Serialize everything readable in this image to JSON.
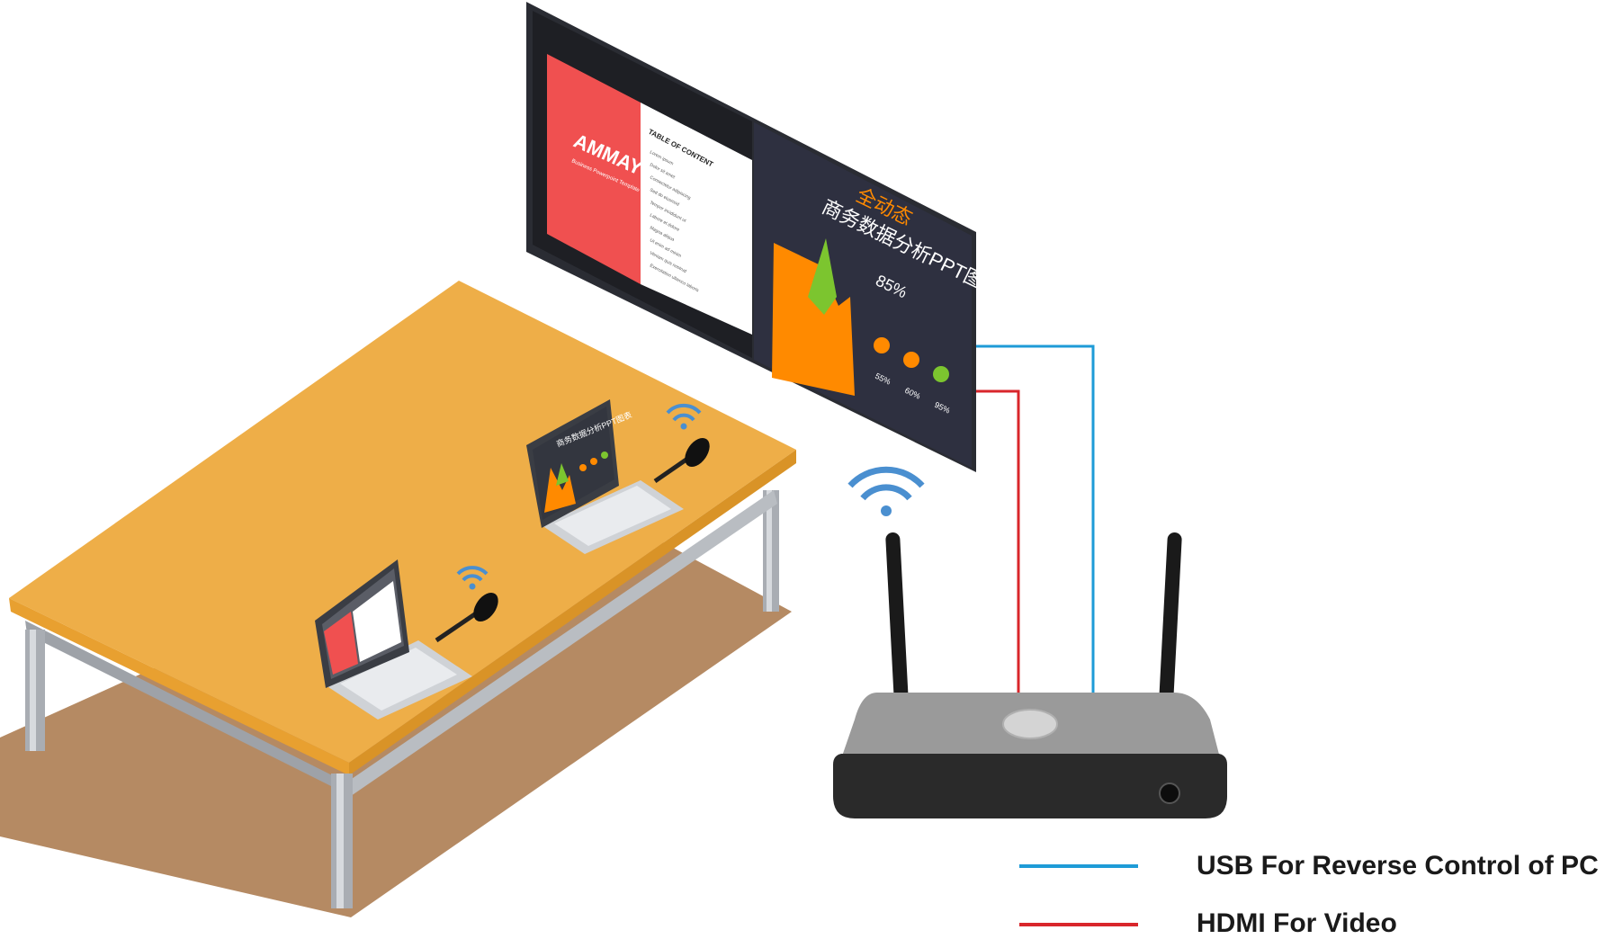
{
  "projector_screen": {
    "left_slide": {
      "brand": "AMMAY",
      "tagline": "Business Powerpoint Template",
      "toc_title": "TABLE OF CONTENT",
      "toc_items": [
        "Lorem ipsum",
        "Dolor sit amet",
        "Consectetur adipiscing",
        "Sed do eiusmod",
        "Tempor incididunt ut",
        "Labore et dolore",
        "Magna aliqua",
        "Ut enim ad minim",
        "Veniam quis nostrud",
        "Exercitation ullamco laboris"
      ]
    },
    "right_slide": {
      "title_line1": "全动态",
      "title_line2": "商务数据分析PPT图表",
      "big_percent": "85%",
      "small_percents": [
        "55%",
        "60%",
        "95%"
      ]
    }
  },
  "laptop_screen_title": "商务数据分析PPT图表",
  "legend": {
    "usb_label": "USB For Reverse Control of PC",
    "hdmi_label": "HDMI For Video"
  },
  "colors": {
    "usb_line": "#1e9bd7",
    "hdmi_line": "#d9262b",
    "table_top": "#eeae48",
    "table_edge": "#e8a030",
    "floor_shadow": "#b58a63",
    "wifi": "#4a8fd0",
    "device_body": "#8c8c8c",
    "device_front": "#2a2a2a",
    "slide_red": "#f05050",
    "slide_dark": "#2e3040",
    "chart_orange": "#ff8a00",
    "chart_green": "#7cc52f"
  },
  "icons": [
    "wifi-icon",
    "wifi-icon",
    "wifi-icon",
    "usb-dongle-icon",
    "usb-dongle-icon",
    "power-button-icon",
    "power-led-icon"
  ]
}
